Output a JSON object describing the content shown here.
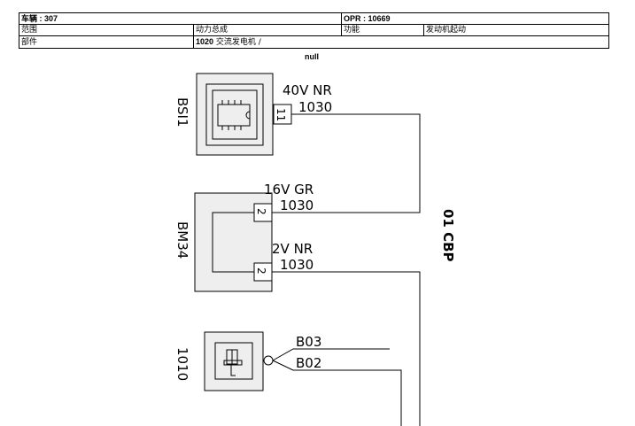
{
  "header": {
    "vehicle_label": "车辆 : 307",
    "opr_label": "OPR : 10669",
    "range_label": "范围",
    "range_value": "动力总成",
    "function_label": "功能",
    "function_value": "发动机起动",
    "part_label": "部件",
    "part_code": "1020",
    "part_name": " 交流发电机 /"
  },
  "subtitle": "null",
  "components": {
    "bsi": {
      "id": "BSI1",
      "connector_pin": "11"
    },
    "bm": {
      "id": "BM34",
      "pin_top": "2",
      "pin_bottom": "2"
    },
    "starter": {
      "id": "1010"
    }
  },
  "wires": {
    "w1": {
      "connector": "40V NR",
      "number": "1030"
    },
    "w2": {
      "connector": "16V GR",
      "number": "1030"
    },
    "w3": {
      "connector": "2V NR",
      "number": "1030"
    },
    "b1": "B03",
    "b2": "B02"
  },
  "ground_label": "01 CBP",
  "colors": {
    "component_fill": "#eeeeee",
    "line": "#000000"
  }
}
